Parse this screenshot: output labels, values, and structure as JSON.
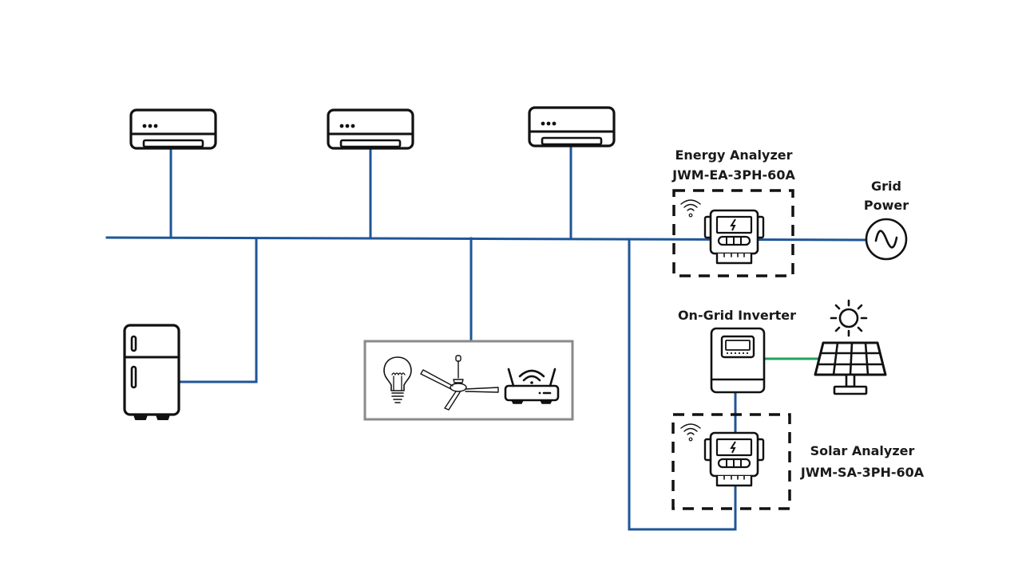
{
  "diagram": {
    "title": "Home energy monitoring wiring diagram",
    "colors": {
      "ac_wire": "#1f5597",
      "dc_wire": "#22a25a",
      "icon": "#111111",
      "group_border": "#8a8a8a"
    },
    "nodes": {
      "energy_analyzer": {
        "label_line1": "Energy Analyzer",
        "label_line2": "JWM-EA-3PH-60A",
        "icon": "energy-meter-icon",
        "wireless": "wifi-icon"
      },
      "grid_power": {
        "label_line1": "Grid",
        "label_line2": "Power",
        "icon": "ac-source-icon"
      },
      "inverter": {
        "label": "On-Grid Inverter",
        "icon": "inverter-icon"
      },
      "solar_panel": {
        "icon": "solar-panel-icon",
        "sun_icon": "sun-icon"
      },
      "solar_analyzer": {
        "label_line1": "Solar Analyzer",
        "label_line2": "JWM-SA-3PH-60A",
        "icon": "energy-meter-icon",
        "wireless": "wifi-icon"
      },
      "air_conditioners": [
        {
          "name": "Air Conditioner 1",
          "icon": "air-conditioner-icon"
        },
        {
          "name": "Air Conditioner 2",
          "icon": "air-conditioner-icon"
        },
        {
          "name": "Air Conditioner 3",
          "icon": "air-conditioner-icon"
        }
      ],
      "refrigerator": {
        "name": "Refrigerator",
        "icon": "refrigerator-icon"
      },
      "small_loads": {
        "items": [
          {
            "name": "Light bulb",
            "icon": "light-bulb-icon"
          },
          {
            "name": "Ceiling fan",
            "icon": "ceiling-fan-icon"
          },
          {
            "name": "Wi-Fi router",
            "icon": "router-icon"
          }
        ]
      }
    },
    "connections": [
      {
        "from": "grid_power",
        "to": "energy_analyzer",
        "type": "ac"
      },
      {
        "from": "energy_analyzer",
        "to": "main_bus",
        "type": "ac"
      },
      {
        "from": "main_bus",
        "to": "air_conditioner_1",
        "type": "ac"
      },
      {
        "from": "main_bus",
        "to": "air_conditioner_2",
        "type": "ac"
      },
      {
        "from": "main_bus",
        "to": "air_conditioner_3",
        "type": "ac"
      },
      {
        "from": "main_bus",
        "to": "refrigerator",
        "type": "ac"
      },
      {
        "from": "main_bus",
        "to": "small_loads",
        "type": "ac"
      },
      {
        "from": "main_bus",
        "to": "solar_analyzer",
        "type": "ac"
      },
      {
        "from": "solar_analyzer",
        "to": "inverter",
        "type": "ac"
      },
      {
        "from": "inverter",
        "to": "solar_panel",
        "type": "dc"
      }
    ]
  }
}
